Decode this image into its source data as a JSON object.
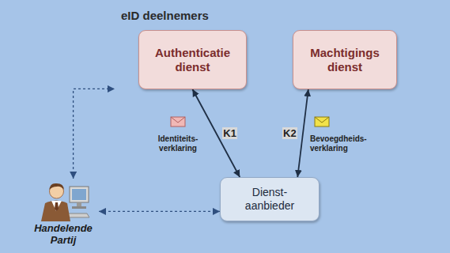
{
  "diagram": {
    "nodes": [
      {
        "text": [
          "eID deelnemers"
        ]
      },
      {
        "text": [
          "Authenticatie dienst"
        ],
        "in": 0
      },
      {
        "text": [
          "Machtigings dienst"
        ],
        "in": 0
      },
      {
        "text": [
          "Dienst- aanbieder"
        ]
      },
      {
        "text": [
          "Handelende Partij"
        ]
      }
    ],
    "edges": [
      {
        "from": 1,
        "to": 3,
        "arrow": "both",
        "label": "K1"
      },
      {
        "from": 2,
        "to": 3,
        "arrow": "both",
        "label": "K2"
      },
      {
        "from": 4,
        "to": 3,
        "arrow": "both"
      },
      {
        "from": 4,
        "to": 0,
        "arrow": "both"
      }
    ],
    "labels": [
      "Identiteits- verklaring",
      "Bevoegdheids- verklaring"
    ]
  }
}
